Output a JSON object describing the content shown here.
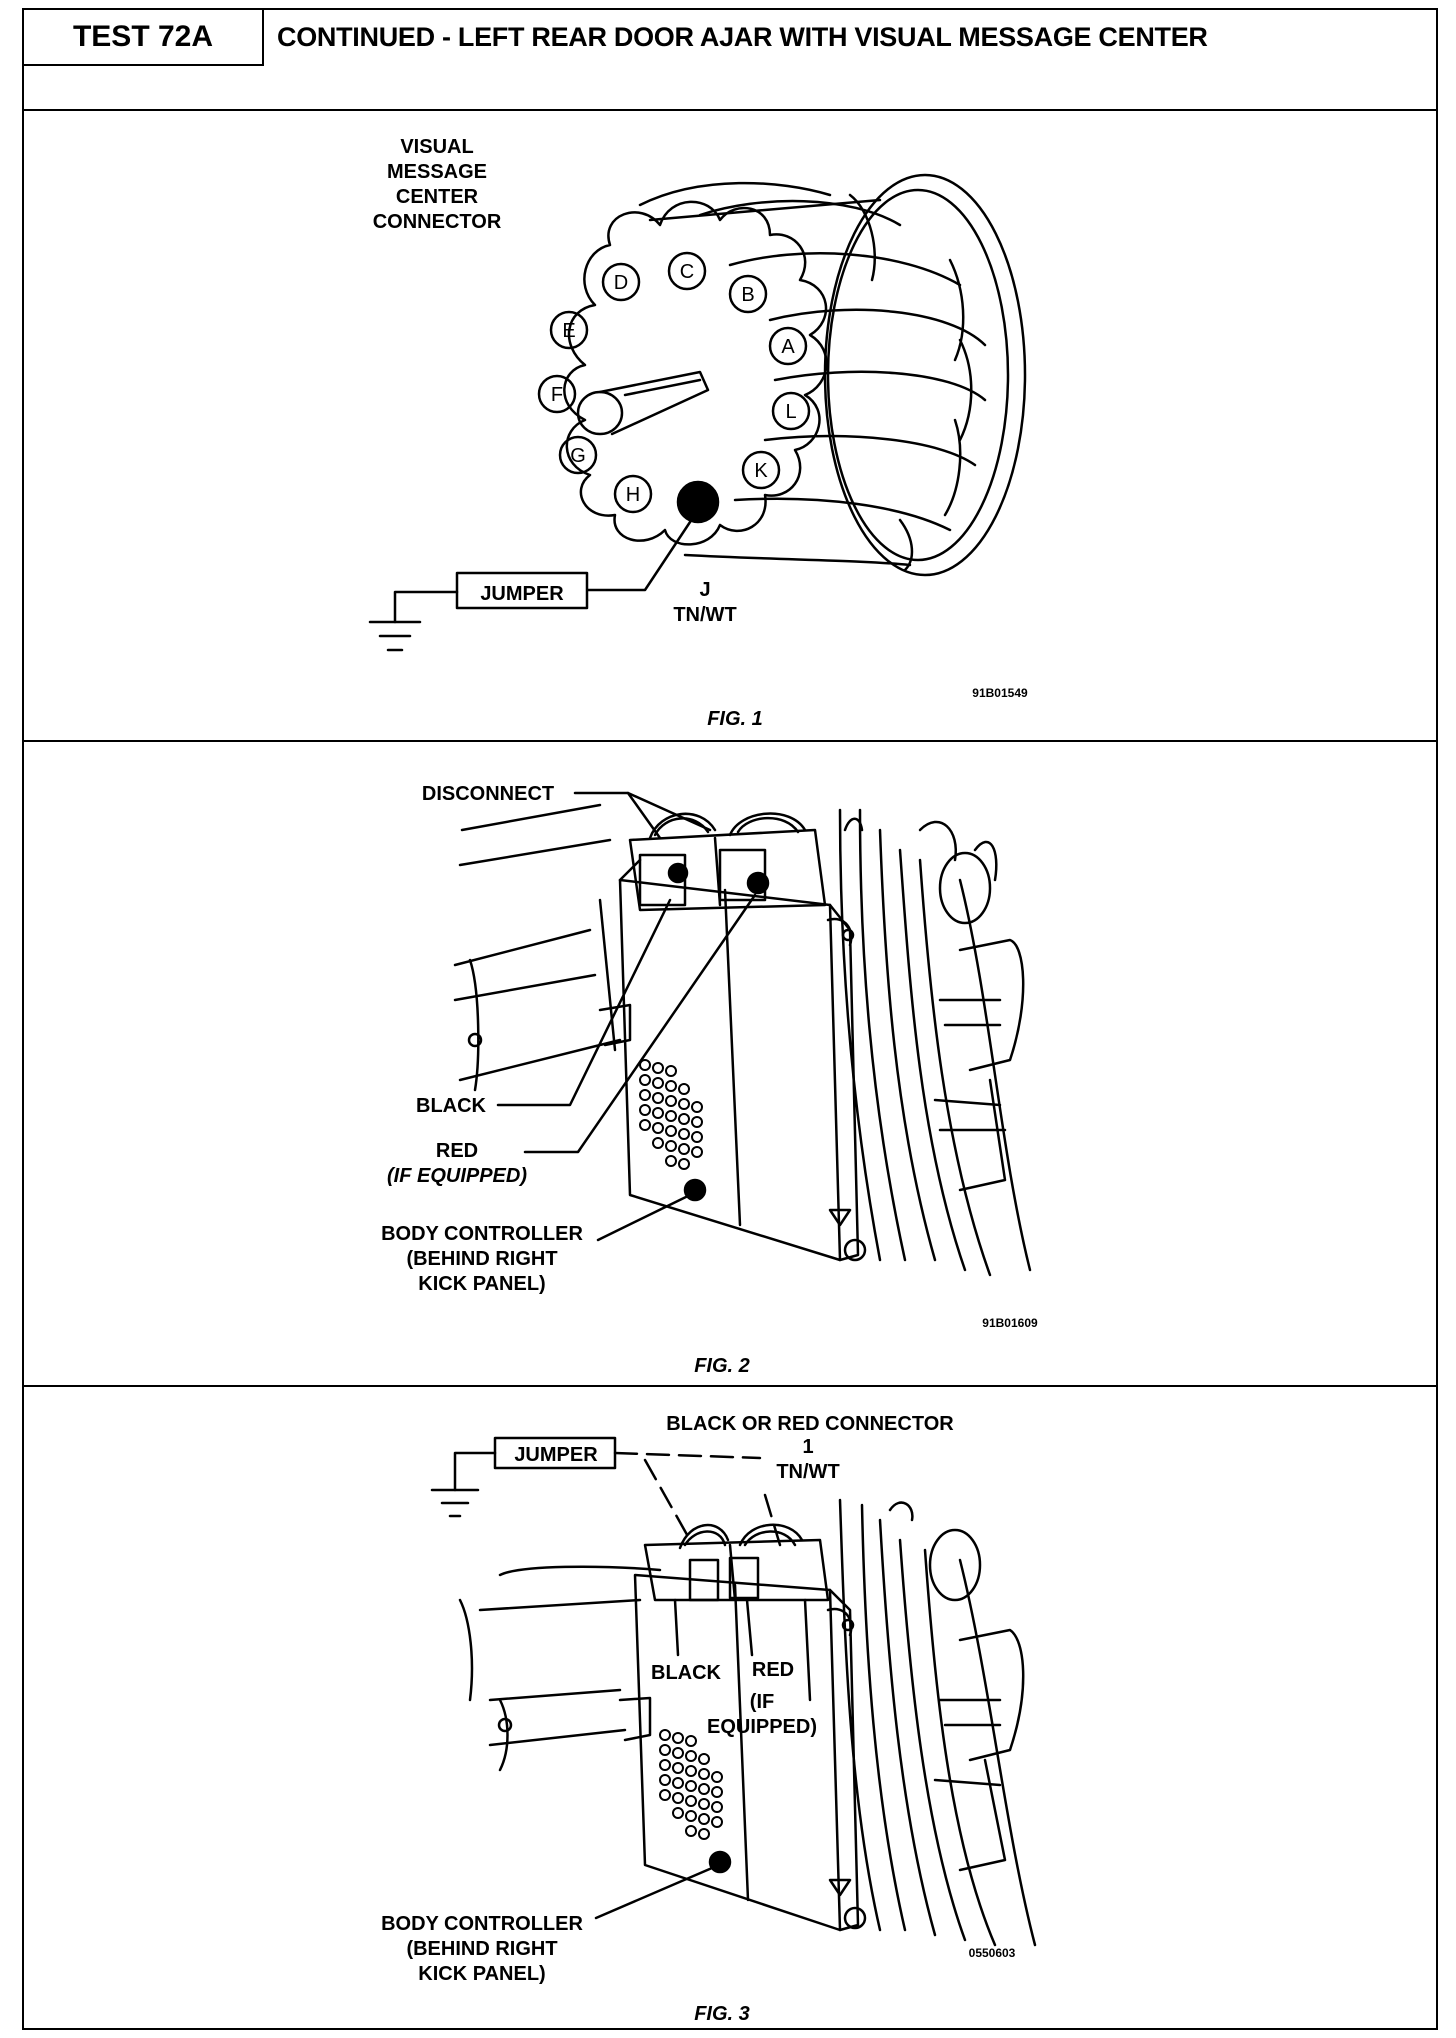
{
  "header": {
    "test_id": "TEST 72A",
    "title": "CONTINUED - LEFT REAR DOOR AJAR WITH VISUAL MESSAGE CENTER"
  },
  "fig1": {
    "caption": "FIG. 1",
    "code": "91B01549",
    "connector_label": [
      "VISUAL",
      "MESSAGE",
      "CENTER",
      "CONNECTOR"
    ],
    "pins": [
      "D",
      "C",
      "B",
      "E",
      "A",
      "F",
      "L",
      "G",
      "K",
      "H"
    ],
    "jumper_label": "JUMPER",
    "pin_j_label": "J",
    "wire_label": "TN/WT"
  },
  "fig2": {
    "caption": "FIG. 2",
    "code": "91B01609",
    "disconnect_label": "DISCONNECT",
    "black_label": "BLACK",
    "red_label": "RED",
    "red_note": "(IF EQUIPPED)",
    "controller_label": [
      "BODY CONTROLLER",
      "(BEHIND RIGHT",
      "KICK PANEL)"
    ]
  },
  "fig3": {
    "caption": "FIG. 3",
    "code": "0550603",
    "jumper_label": "JUMPER",
    "connector_label": "BLACK OR RED CONNECTOR",
    "pin_label": "1",
    "wire_label": "TN/WT",
    "black_label": "BLACK",
    "red_label": "RED",
    "red_note": [
      "(IF",
      "EQUIPPED)"
    ],
    "controller_label": [
      "BODY CONTROLLER",
      "(BEHIND RIGHT",
      "KICK PANEL)"
    ]
  }
}
